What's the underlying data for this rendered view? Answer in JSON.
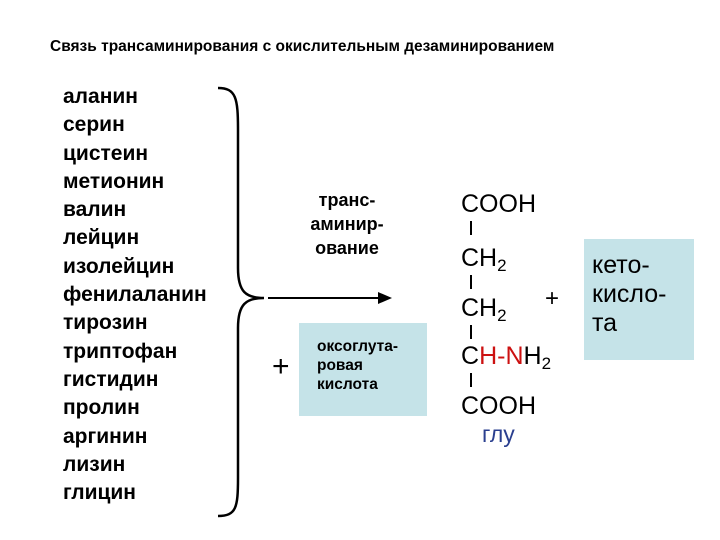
{
  "title": "Связь трансаминирования с окислительным дезаминированием",
  "amino_acids": [
    "аланин",
    "серин",
    "цистеин",
    "метионин",
    "валин",
    "лейцин",
    "изолейцин",
    "фенилаланин",
    "тирозин",
    "триптофан",
    "гистидин",
    "пролин",
    "аргинин",
    "лизин",
    "глицин"
  ],
  "reaction": {
    "process_label": "транс-\nаминир-\nование",
    "plus": "+",
    "cosubstrate_label": "оксоглута-\nровая\nкислота",
    "cosubstrate_color": "#c5e3e8"
  },
  "product": {
    "line1": "COOH",
    "line2_main": "CH",
    "line2_sub": "2",
    "line3_main": "CH",
    "line3_sub": "2",
    "line4_c": "C",
    "line4_h": "H",
    "line4_dash": "-",
    "line4_n": "N",
    "line4_h2": "H",
    "line4_sub": "2",
    "line5": "COOH",
    "name": "глу",
    "name_color": "#2a3f8f",
    "highlight_color": "#cc1111"
  },
  "side_product": {
    "plus": "+",
    "label": "кето-\nкисло-\nта",
    "box_color": "#c5e3e8"
  }
}
